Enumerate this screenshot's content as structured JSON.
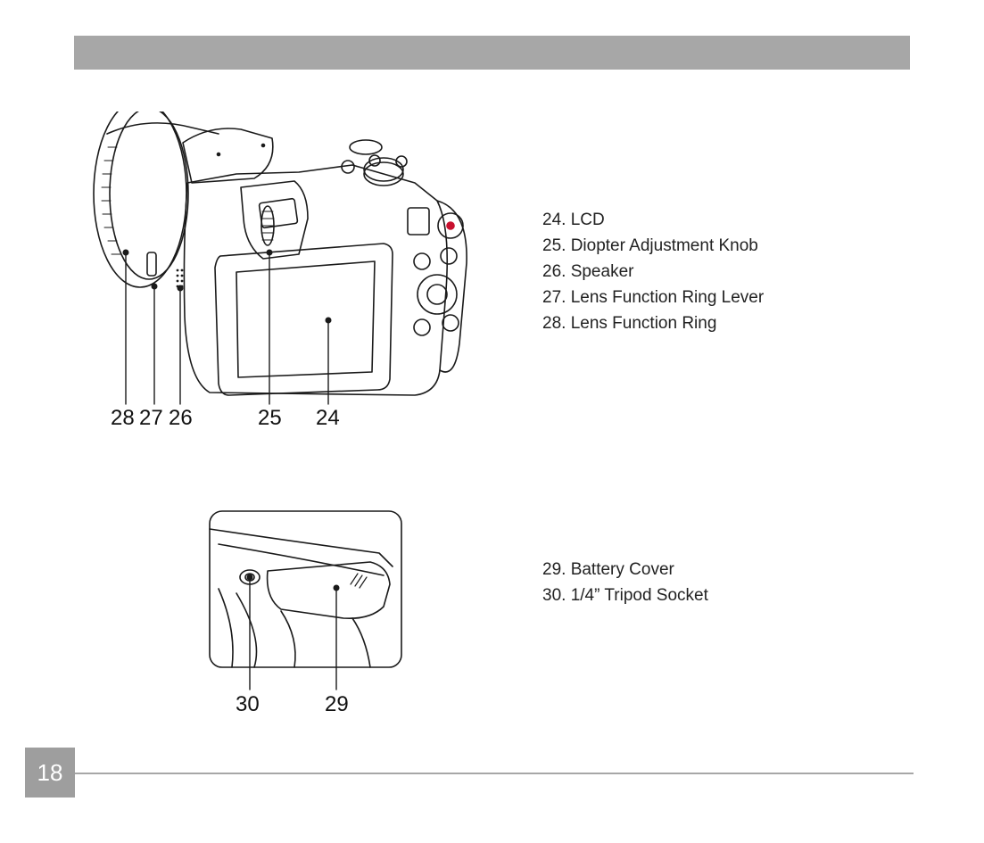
{
  "page": {
    "number": "18"
  },
  "figure_top": {
    "callouts": [
      "28",
      "27",
      "26",
      "25",
      "24"
    ],
    "legend": [
      "24. LCD",
      "25. Diopter Adjustment Knob",
      "26. Speaker",
      "27. Lens Function Ring Lever",
      "28. Lens Function Ring"
    ]
  },
  "figure_bottom": {
    "callouts": [
      "30",
      "29"
    ],
    "legend": [
      "29. Battery Cover",
      "30. 1/4” Tripod Socket"
    ]
  },
  "colors": {
    "header_bar": "#a7a7a7",
    "page_number_box": "#9e9e9e",
    "line_art": "#1a1a1a"
  }
}
